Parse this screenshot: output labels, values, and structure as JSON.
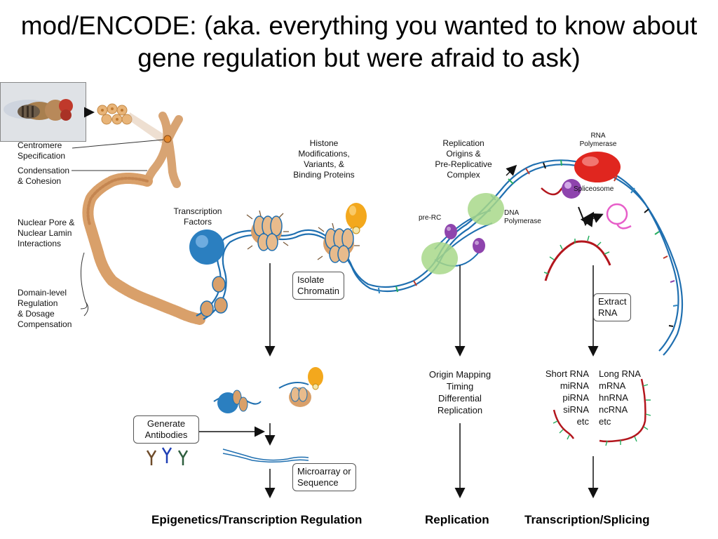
{
  "title": "mod/ENCODE: (aka. everything you wanted to know about gene regulation but were afraid to ask)",
  "left_labels": {
    "centromere": "Centromere\nSpecification",
    "condensation": "Condensation\n& Cohesion",
    "nuclear_pore": "Nuclear Pore &\nNuclear Lamin\nInteractions",
    "domain_level": "Domain-level\nRegulation\n& Dosage\nCompensation"
  },
  "diagram_labels": {
    "transcription_factors": "Transcription\nFactors",
    "histone": "Histone\nModifications,\nVariants, &\nBinding Proteins",
    "replication_origins": "Replication\nOrigins &\nPre-Replicative\nComplex",
    "rna_polymerase": "RNA\nPolymerase",
    "spliceosome": "Spliceosome",
    "pre_rc": "pre-RC",
    "dna_polymerase": "DNA\nPolymerase"
  },
  "boxes": {
    "isolate_chromatin": "Isolate\nChromatin",
    "extract_rna": "Extract\nRNA",
    "generate_antibodies": "Generate\nAntibodies",
    "microarray": "Microarray or\nSequence"
  },
  "replication_methods": "Origin Mapping\nTiming\nDifferential\nReplication",
  "short_rna": "Short RNA\nmiRNA\npiRNA\nsiRNA\netc",
  "long_rna": "Long RNA\nmRNA\nhnRNA\nncRNA\netc",
  "footer": {
    "epigenetics": "Epigenetics/Transcription Regulation",
    "replication": "Replication",
    "transcription": "Transcription/Splicing"
  },
  "colors": {
    "dna_blue": "#1f6fb0",
    "nucleosome": "#d9a06a",
    "rna_red": "#b3161d",
    "green_complex": "#a8d88a",
    "purple": "#8e44ad",
    "orange": "#f3a81d"
  }
}
